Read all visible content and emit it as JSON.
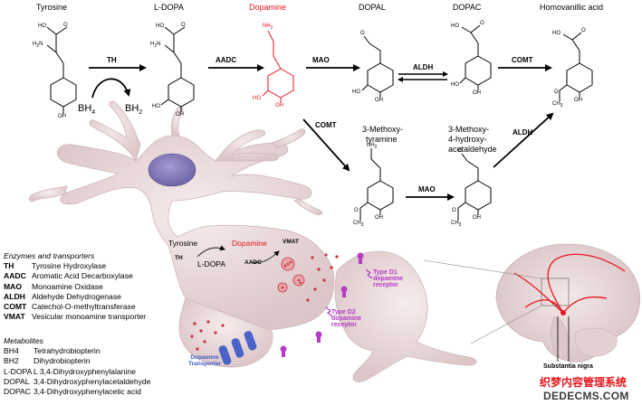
{
  "compounds": {
    "tyrosine": "Tyrosine",
    "l_dopa": "L-DOPA",
    "dopamine": "Dopamine",
    "dopal": "DOPAL",
    "dopac": "DOPAC",
    "hva": "Homovanillic acid",
    "methoxytyramine_1": "3-Methoxy-",
    "methoxytyramine_2": "tyramine",
    "mhpa_1": "3-Methoxy-",
    "mhpa_2": "4-hydroxy-",
    "mhpa_3": "acetaldehyde"
  },
  "enzymes": {
    "th": "TH",
    "aadc": "AADC",
    "mao_top": "MAO",
    "aldh_top": "ALDH",
    "comt_top": "COMT",
    "comt_mid": "COMT",
    "mao_mid": "MAO",
    "aldh_mid": "ALDH"
  },
  "cofactors": {
    "bh4": "BH",
    "bh4_sub": "4",
    "bh2": "BH",
    "bh2_sub": "2"
  },
  "atoms": {
    "o": "O",
    "oh": "OH",
    "nh2": "NH",
    "nh2_sub": "2",
    "h2n": "H",
    "h2n_n": "N",
    "h2n_sub": "2",
    "ho": "HO",
    "ch3": "CH",
    "ch3_sub": "3"
  },
  "neuron_labels": {
    "tyrosine": "Tyrosine",
    "th": "TH",
    "l_dopa": "L-DOPA",
    "dopamine": "Dopamine",
    "aadc": "AADC",
    "vmat": "VMAT",
    "d1_1": "Type D1",
    "d1_2": "dopamine",
    "d1_3": "receptor",
    "d2_1": "Type D2",
    "d2_2": "dopamine",
    "d2_3": "receptor",
    "transporter_1": "Dopamine",
    "transporter_2": "Transporter"
  },
  "enzymes_legend": {
    "title": "Enzymes and transporters",
    "rows": [
      {
        "abbr": "TH",
        "desc": "Tyrosine Hydroxylase"
      },
      {
        "abbr": "AADC",
        "desc": "Aromatic Acid Decarboxylase"
      },
      {
        "abbr": "MAO",
        "desc": "Monoamine Oxidase"
      },
      {
        "abbr": "ALDH",
        "desc": "Aldehyde Dehydrogenase"
      },
      {
        "abbr": "COMT",
        "desc": "Catechol-O-methyltransferase"
      },
      {
        "abbr": "VMAT",
        "desc": "Vesicular monoamine transporter"
      }
    ]
  },
  "metabolites_legend": {
    "title": "Metabolites",
    "rows": [
      {
        "abbr": "BH4",
        "desc": "Tetrahydrobiopterin"
      },
      {
        "abbr": "BH2",
        "desc": "Dihydrobiopterin"
      },
      {
        "abbr": "L-DOPA",
        "desc": "L 3,4-Dihydroxyphenylalanine"
      },
      {
        "abbr": "DOPAL",
        "desc": "3,4-Dihydroxyphenylacetaldehyde"
      },
      {
        "abbr": "DOPAC",
        "desc": "3,4-Dihydroxyphenylacetic acid"
      }
    ]
  },
  "brain_label": "Substantia nigra",
  "watermark": {
    "line1": "织梦内容管理系统",
    "line2": "DEDECMS.COM"
  },
  "colors": {
    "red": "#e8161b",
    "neuron": "#ecdcdc",
    "nucleus": "#8a7fc0",
    "purple": "#b43cc6",
    "blue": "#3f5dc7"
  }
}
